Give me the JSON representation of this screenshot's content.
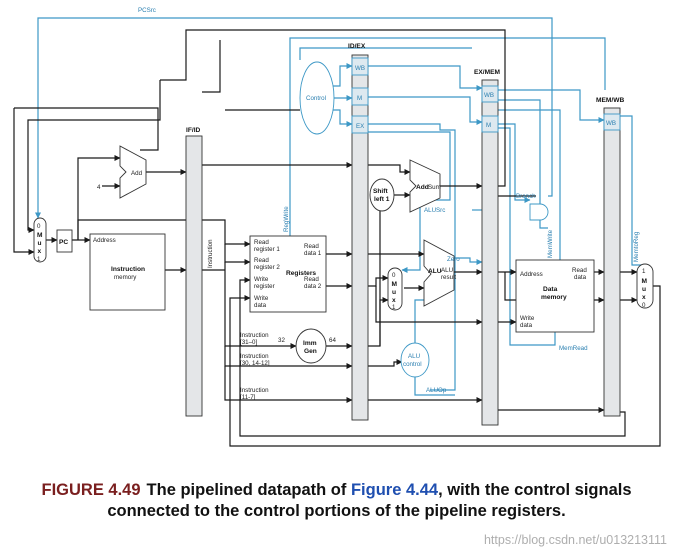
{
  "diagram": {
    "signals": {
      "pcsrc": "PCSrc",
      "regwrite": "RegWrite",
      "branch": "Branch",
      "memwrite": "MemWrite",
      "memtoreg": "MemtoReg",
      "memread": "MemRead",
      "aluop": "ALUOp",
      "alusrc": "ALUSrc",
      "zero": "Zero"
    },
    "pipeline_registers": {
      "ifid": "IF/ID",
      "idex": "ID/EX",
      "exmem": "EX/MEM",
      "memwb": "MEM/WB",
      "wb": "WB",
      "m": "M",
      "ex": "EX"
    },
    "units": {
      "control": "Control",
      "pc": "PC",
      "add": "Add",
      "add_sum_a": "Add",
      "add_sum_b": "Sum",
      "four": "4",
      "shift_a": "Shift",
      "shift_b": "left 1",
      "alu": "ALU",
      "alu_result_a": "ALU",
      "alu_result_b": "result",
      "alu_control_a": "ALU",
      "alu_control_b": "control",
      "immgen_a": "Imm",
      "immgen_b": "Gen",
      "mux_letters": [
        "M",
        "u",
        "x"
      ],
      "mux_0": "0",
      "mux_1": "1"
    },
    "imem": {
      "address": "Address",
      "title_a": "Instruction",
      "title_b": "memory"
    },
    "registers": {
      "read_reg1_a": "Read",
      "read_reg1_b": "register 1",
      "read_reg2_a": "Read",
      "read_reg2_b": "register 2",
      "write_reg_a": "Write",
      "write_reg_b": "register",
      "write_data_a": "Write",
      "write_data_b": "data",
      "read_data1_a": "Read",
      "read_data1_b": "data 1",
      "read_data2_a": "Read",
      "read_data2_b": "data 2",
      "title": "Registers"
    },
    "dmem": {
      "address": "Address",
      "read_data_a": "Read",
      "read_data_b": "data",
      "title_a": "Data",
      "title_b": "memory",
      "write_data_a": "Write",
      "write_data_b": "data"
    },
    "instr_fields": {
      "instruction": "Instruction",
      "f1_a": "Instruction",
      "f1_b": "[31–0]",
      "f2_a": "Instruction",
      "f2_b": "[30, 14-12]",
      "f3_a": "Instruction",
      "f3_b": "[11-7]",
      "w32": "32",
      "w64": "64"
    }
  },
  "caption": {
    "label": "FIGURE 4.49",
    "pre": "The pipelined datapath of ",
    "ref": "Figure 4.44",
    "post": ", with the control signals connected to the control portions of the pipeline registers."
  },
  "watermark": "https://blog.csdn.net/u013213111"
}
